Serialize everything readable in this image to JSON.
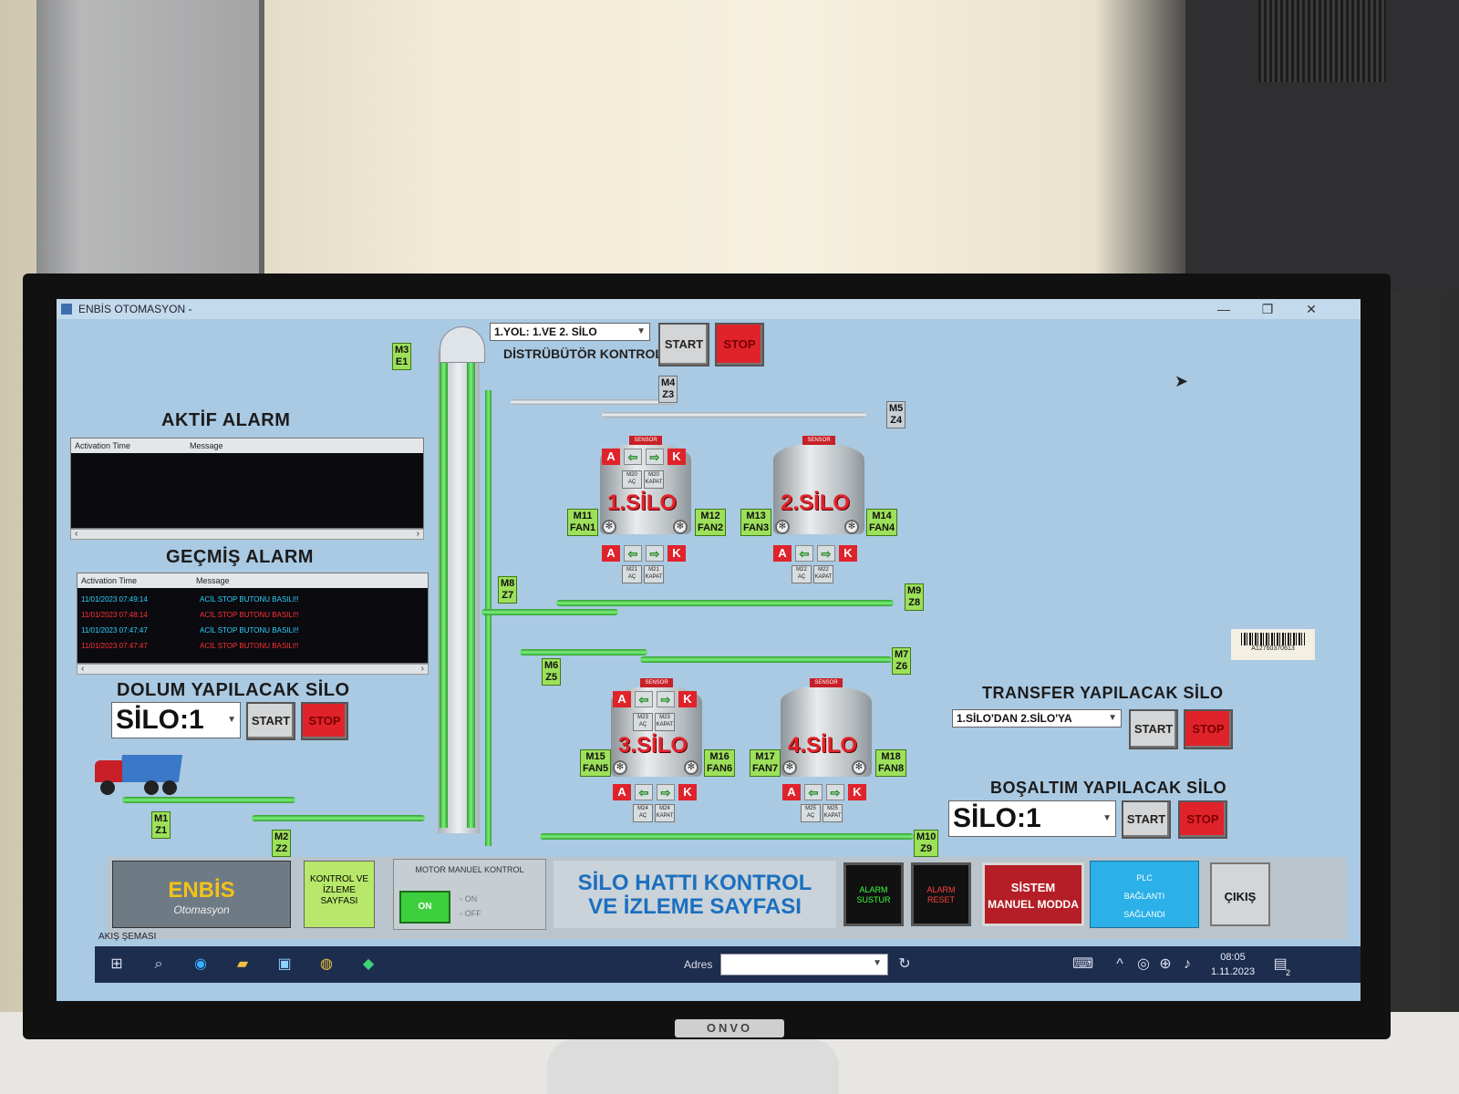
{
  "window": {
    "title": "ENBİS OTOMASYON -",
    "min": "—",
    "max": "❐",
    "close": "✕"
  },
  "distributor": {
    "selected": "1.YOL: 1.VE 2. SİLO",
    "label": "DİSTRÜBÜTÖR KONTROL",
    "start": "START",
    "stop": "STOP"
  },
  "aktif_alarm": {
    "title": "AKTİF ALARM",
    "col_time": "Activation Time",
    "col_msg": "Message"
  },
  "gecmis_alarm": {
    "title": "GEÇMİŞ ALARM",
    "col_time": "Activation Time",
    "col_msg": "Message",
    "rows": [
      {
        "time": "11/01/2023 07:49:14",
        "msg": "ACİL STOP BUTONU BASILI!!",
        "color": "#2fd3ff"
      },
      {
        "time": "11/01/2023 07:48:14",
        "msg": "ACİL STOP BUTONU BASILI!!",
        "color": "#ff3333"
      },
      {
        "time": "11/01/2023 07:47:47",
        "msg": "ACİL STOP BUTONU BASILI!!",
        "color": "#2fd3ff"
      },
      {
        "time": "11/01/2023 07:47:47",
        "msg": "ACİL STOP BUTONU BASILI!!",
        "color": "#ff3333"
      }
    ]
  },
  "dolum": {
    "title": "DOLUM YAPILACAK SİLO",
    "selected": "SİLO:1",
    "start": "START",
    "stop": "STOP"
  },
  "transfer": {
    "title": "TRANSFER YAPILACAK SİLO",
    "selected": "1.SİLO'DAN 2.SİLO'YA",
    "start": "START",
    "stop": "STOP"
  },
  "bosaltim": {
    "title": "BOŞALTIM YAPILACAK SİLO",
    "selected": "SİLO:1",
    "start": "START",
    "stop": "STOP"
  },
  "tags": {
    "m3": "M3",
    "e1": "E1",
    "m4": "M4",
    "z3": "Z3",
    "m5": "M5",
    "z4": "Z4",
    "m8": "M8",
    "z7": "Z7",
    "m9": "M9",
    "z8": "Z8",
    "m6": "M6",
    "z5": "Z5",
    "m7": "M7",
    "z6": "Z6",
    "m1": "M1",
    "z1": "Z1",
    "m2": "M2",
    "z2": "Z2",
    "m10": "M10",
    "z9": "Z9",
    "m11": "M11",
    "fan1": "FAN1",
    "m12": "M12",
    "fan2": "FAN2",
    "m13": "M13",
    "fan3": "FAN3",
    "m14": "M14",
    "fan4": "FAN4",
    "m15": "M15",
    "fan5": "FAN5",
    "m16": "M16",
    "fan6": "FAN6",
    "m17": "M17",
    "fan7": "FAN7",
    "m18": "M18",
    "fan8": "FAN8"
  },
  "silos": {
    "s1": {
      "label": "1.SİLO",
      "sensor": "SENSOR",
      "v_top": "M20",
      "v_bot": "M21"
    },
    "s2": {
      "label": "2.SİLO",
      "sensor": "SENSOR",
      "v_top": "",
      "v_bot": "M22"
    },
    "s3": {
      "label": "3.SİLO",
      "sensor": "SENSOR",
      "v_top": "M23",
      "v_bot": "M24"
    },
    "s4": {
      "label": "4.SİLO",
      "sensor": "SENSOR",
      "v_top": "",
      "v_bot": "M25"
    }
  },
  "valve_open": "AÇ",
  "valve_close": "KAPAT",
  "a": "A",
  "k": "K",
  "barcode": "A12760370613",
  "bottom": {
    "logo": "ENBİS",
    "logo_sub": "Otomasyon",
    "kontrol": "KONTROL VE İZLEME SAYFASI",
    "motor_title": "MOTOR MANUEL KONTROL",
    "motor_on": "ON",
    "opt_on": "ON",
    "opt_off": "OFF",
    "page_title_1": "SİLO HATTI KONTROL",
    "page_title_2": "VE İZLEME SAYFASI",
    "alarm_sustur": "ALARM SUSTUR",
    "alarm_reset": "ALARM RESET",
    "sistem_1": "SİSTEM",
    "sistem_2": "MANUEL MODDA",
    "plc_1": "PLC",
    "plc_2": "BAĞLANTI",
    "plc_3": "SAĞLANDI",
    "cikis": "ÇIKIŞ",
    "akis": "AKIŞ ŞEMASI"
  },
  "taskbar": {
    "address_label": "Adres",
    "time": "08:05",
    "date": "1.11.2023",
    "notif": "2"
  },
  "monitor_brand": "ONVO"
}
